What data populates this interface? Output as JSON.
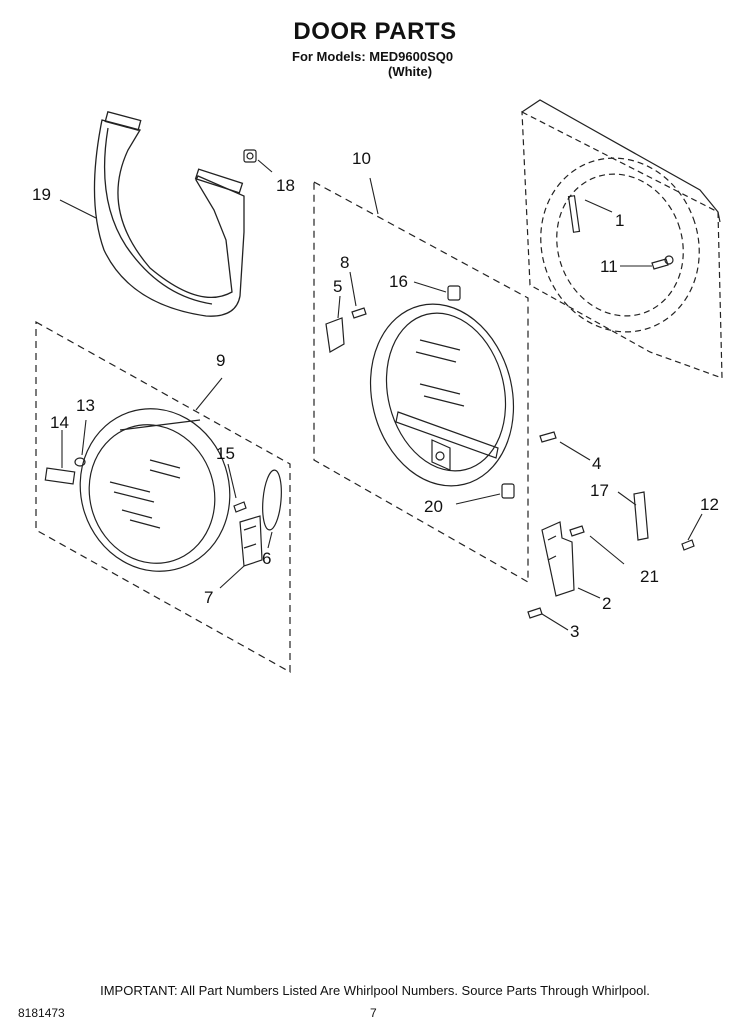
{
  "header": {
    "title": "DOOR PARTS",
    "models_line": "For Models: MED9600SQ0",
    "color_line": "(White)"
  },
  "callouts": [
    "1",
    "2",
    "3",
    "4",
    "5",
    "6",
    "7",
    "8",
    "9",
    "10",
    "11",
    "12",
    "13",
    "14",
    "15",
    "16",
    "17",
    "18",
    "19",
    "20",
    "21"
  ],
  "footer": {
    "important": "IMPORTANT: All Part Numbers Listed Are Whirlpool Numbers. Source Parts Through Whirlpool.",
    "doc_number": "8181473",
    "page": "7"
  }
}
